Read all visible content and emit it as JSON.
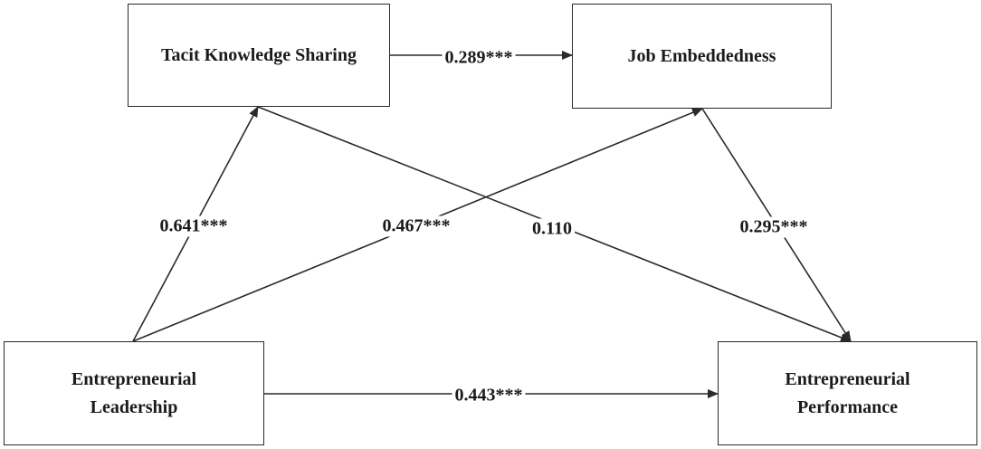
{
  "nodes": {
    "tacit_knowledge_sharing": {
      "lines": [
        "Tacit Knowledge Sharing"
      ]
    },
    "job_embeddedness": {
      "lines": [
        "Job Embeddedness"
      ]
    },
    "entrepreneurial_leadership": {
      "lines": [
        "Entrepreneurial",
        "Leadership"
      ]
    },
    "entrepreneurial_performance": {
      "lines": [
        "Entrepreneurial",
        "Performance"
      ]
    }
  },
  "paths": {
    "tks_to_je": {
      "from": "Tacit Knowledge Sharing",
      "to": "Job Embeddedness",
      "coefficient": "0.289***"
    },
    "el_to_tks": {
      "from": "Entrepreneurial Leadership",
      "to": "Tacit Knowledge Sharing",
      "coefficient": "0.641***"
    },
    "el_to_je": {
      "from": "Entrepreneurial Leadership",
      "to": "Job Embeddedness",
      "coefficient": "0.467***"
    },
    "tks_to_ep": {
      "from": "Tacit Knowledge Sharing",
      "to": "Entrepreneurial Performance",
      "coefficient": "0.110"
    },
    "je_to_ep": {
      "from": "Job Embeddedness",
      "to": "Entrepreneurial Performance",
      "coefficient": "0.295***"
    },
    "el_to_ep": {
      "from": "Entrepreneurial Leadership",
      "to": "Entrepreneurial Performance",
      "coefficient": "0.443***"
    }
  },
  "colors": {
    "line": "#2a2a2a",
    "text": "#1a1a1a",
    "background": "#ffffff"
  }
}
